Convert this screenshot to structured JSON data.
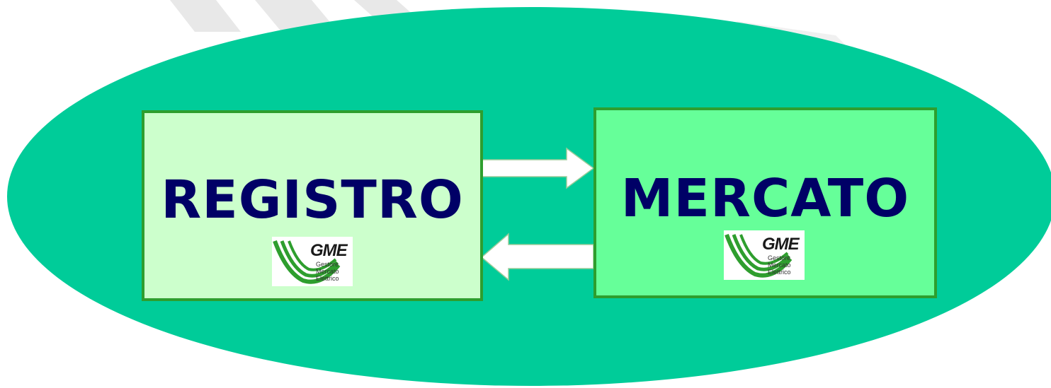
{
  "diagram": {
    "left_box": {
      "title": "REGISTRO",
      "fill": "#ccffcc",
      "logo": {
        "abbr": "GME",
        "lines": [
          "Gestore",
          "Mercato",
          "Elettrico"
        ]
      }
    },
    "right_box": {
      "title": "MERCATO",
      "fill": "#66ff99",
      "logo": {
        "abbr": "GME",
        "lines": [
          "Gestore",
          "Mercato",
          "Elettrico"
        ]
      }
    },
    "connections": [
      {
        "from": "REGISTRO",
        "to": "MERCATO"
      },
      {
        "from": "MERCATO",
        "to": "REGISTRO"
      }
    ],
    "colors": {
      "background_ellipse": "#00cc99",
      "box_border": "#2e9e2e",
      "title_text": "#000066",
      "arrow_fill": "#ffffff",
      "logo_green": "#2e9e2e"
    }
  }
}
